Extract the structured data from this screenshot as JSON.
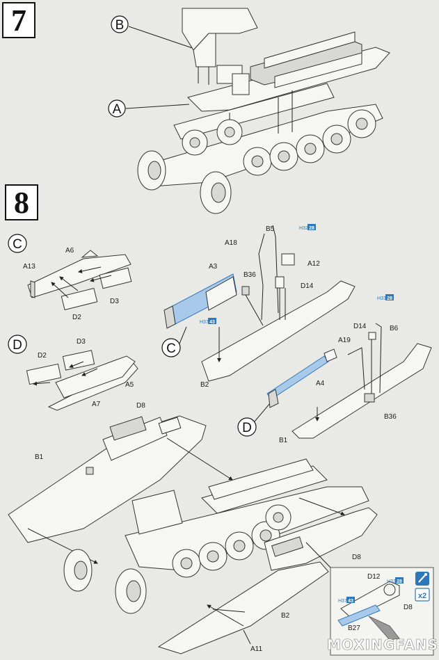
{
  "steps": [
    {
      "number": "7",
      "callouts": [
        "B",
        "A"
      ]
    },
    {
      "number": "8"
    }
  ],
  "subassemblies": {
    "c": {
      "circle": "C",
      "labels": [
        "A6",
        "A13",
        "D2",
        "D3"
      ]
    },
    "d": {
      "circle": "D",
      "labels": [
        "D3",
        "D2",
        "A5",
        "A7"
      ]
    }
  },
  "step8_right": {
    "labels": [
      "B5",
      "A18",
      "A12",
      "A3",
      "B36",
      "D14",
      "B2",
      "B6",
      "D14",
      "A19",
      "A4",
      "B36",
      "B1"
    ],
    "circles": [
      "C",
      "D"
    ],
    "paint_refs": [
      {
        "ref": "H32",
        "code": "28"
      },
      {
        "ref": "H33",
        "code": "28"
      },
      {
        "ref": "H37",
        "code": "43"
      }
    ]
  },
  "main": {
    "labels": [
      "D8",
      "B1",
      "D8",
      "B2",
      "A11"
    ]
  },
  "inset": {
    "labels": [
      "D12",
      "D8",
      "B27"
    ],
    "paint_refs": [
      {
        "ref": "H37",
        "code": "43"
      },
      {
        "ref": "H33",
        "code": "28"
      }
    ],
    "icons": {
      "paint": "paint-brush-icon",
      "multiply": "x2"
    }
  },
  "watermark": "MOXINGFANS.COM",
  "colors": {
    "background": "#e9e9e5",
    "highlight": "#a9c9ea",
    "paint_tag": "#2e77b8"
  }
}
